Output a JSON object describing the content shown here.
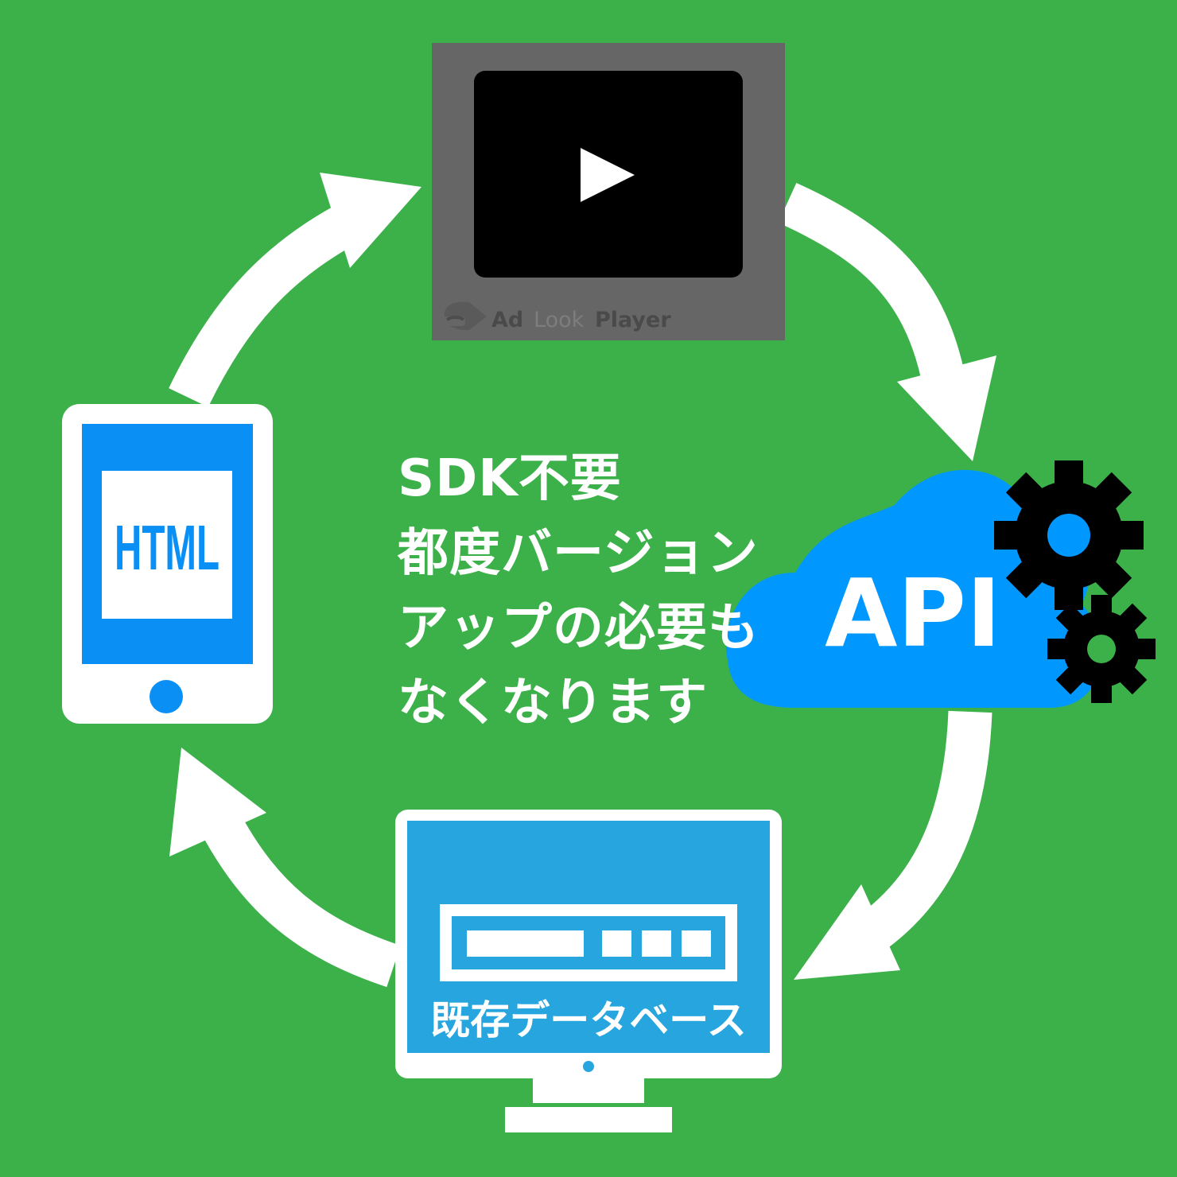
{
  "center_text": {
    "lines": [
      "SDK不要",
      "都度バージョン",
      "アップの必要も",
      "なくなります"
    ]
  },
  "nodes": {
    "player": {
      "brand": "AdLookPlayer",
      "brand_parts": [
        "Ad",
        "Look",
        "Player"
      ]
    },
    "api": {
      "label": "API"
    },
    "database": {
      "label": "既存データベース"
    },
    "phone": {
      "label": "HTML"
    }
  },
  "colors": {
    "background": "#3cb14a",
    "arrow": "#ffffff",
    "player_frame": "#666666",
    "player_screen": "#000000",
    "cloud": "#0098ff",
    "gear": "#000000",
    "monitor_screen": "#27a5de",
    "phone_screen": "#0a8ff5"
  },
  "icons": [
    "play-icon",
    "gear-icon",
    "cloud-icon",
    "monitor-icon",
    "smartphone-icon",
    "adlook-logo-icon"
  ]
}
